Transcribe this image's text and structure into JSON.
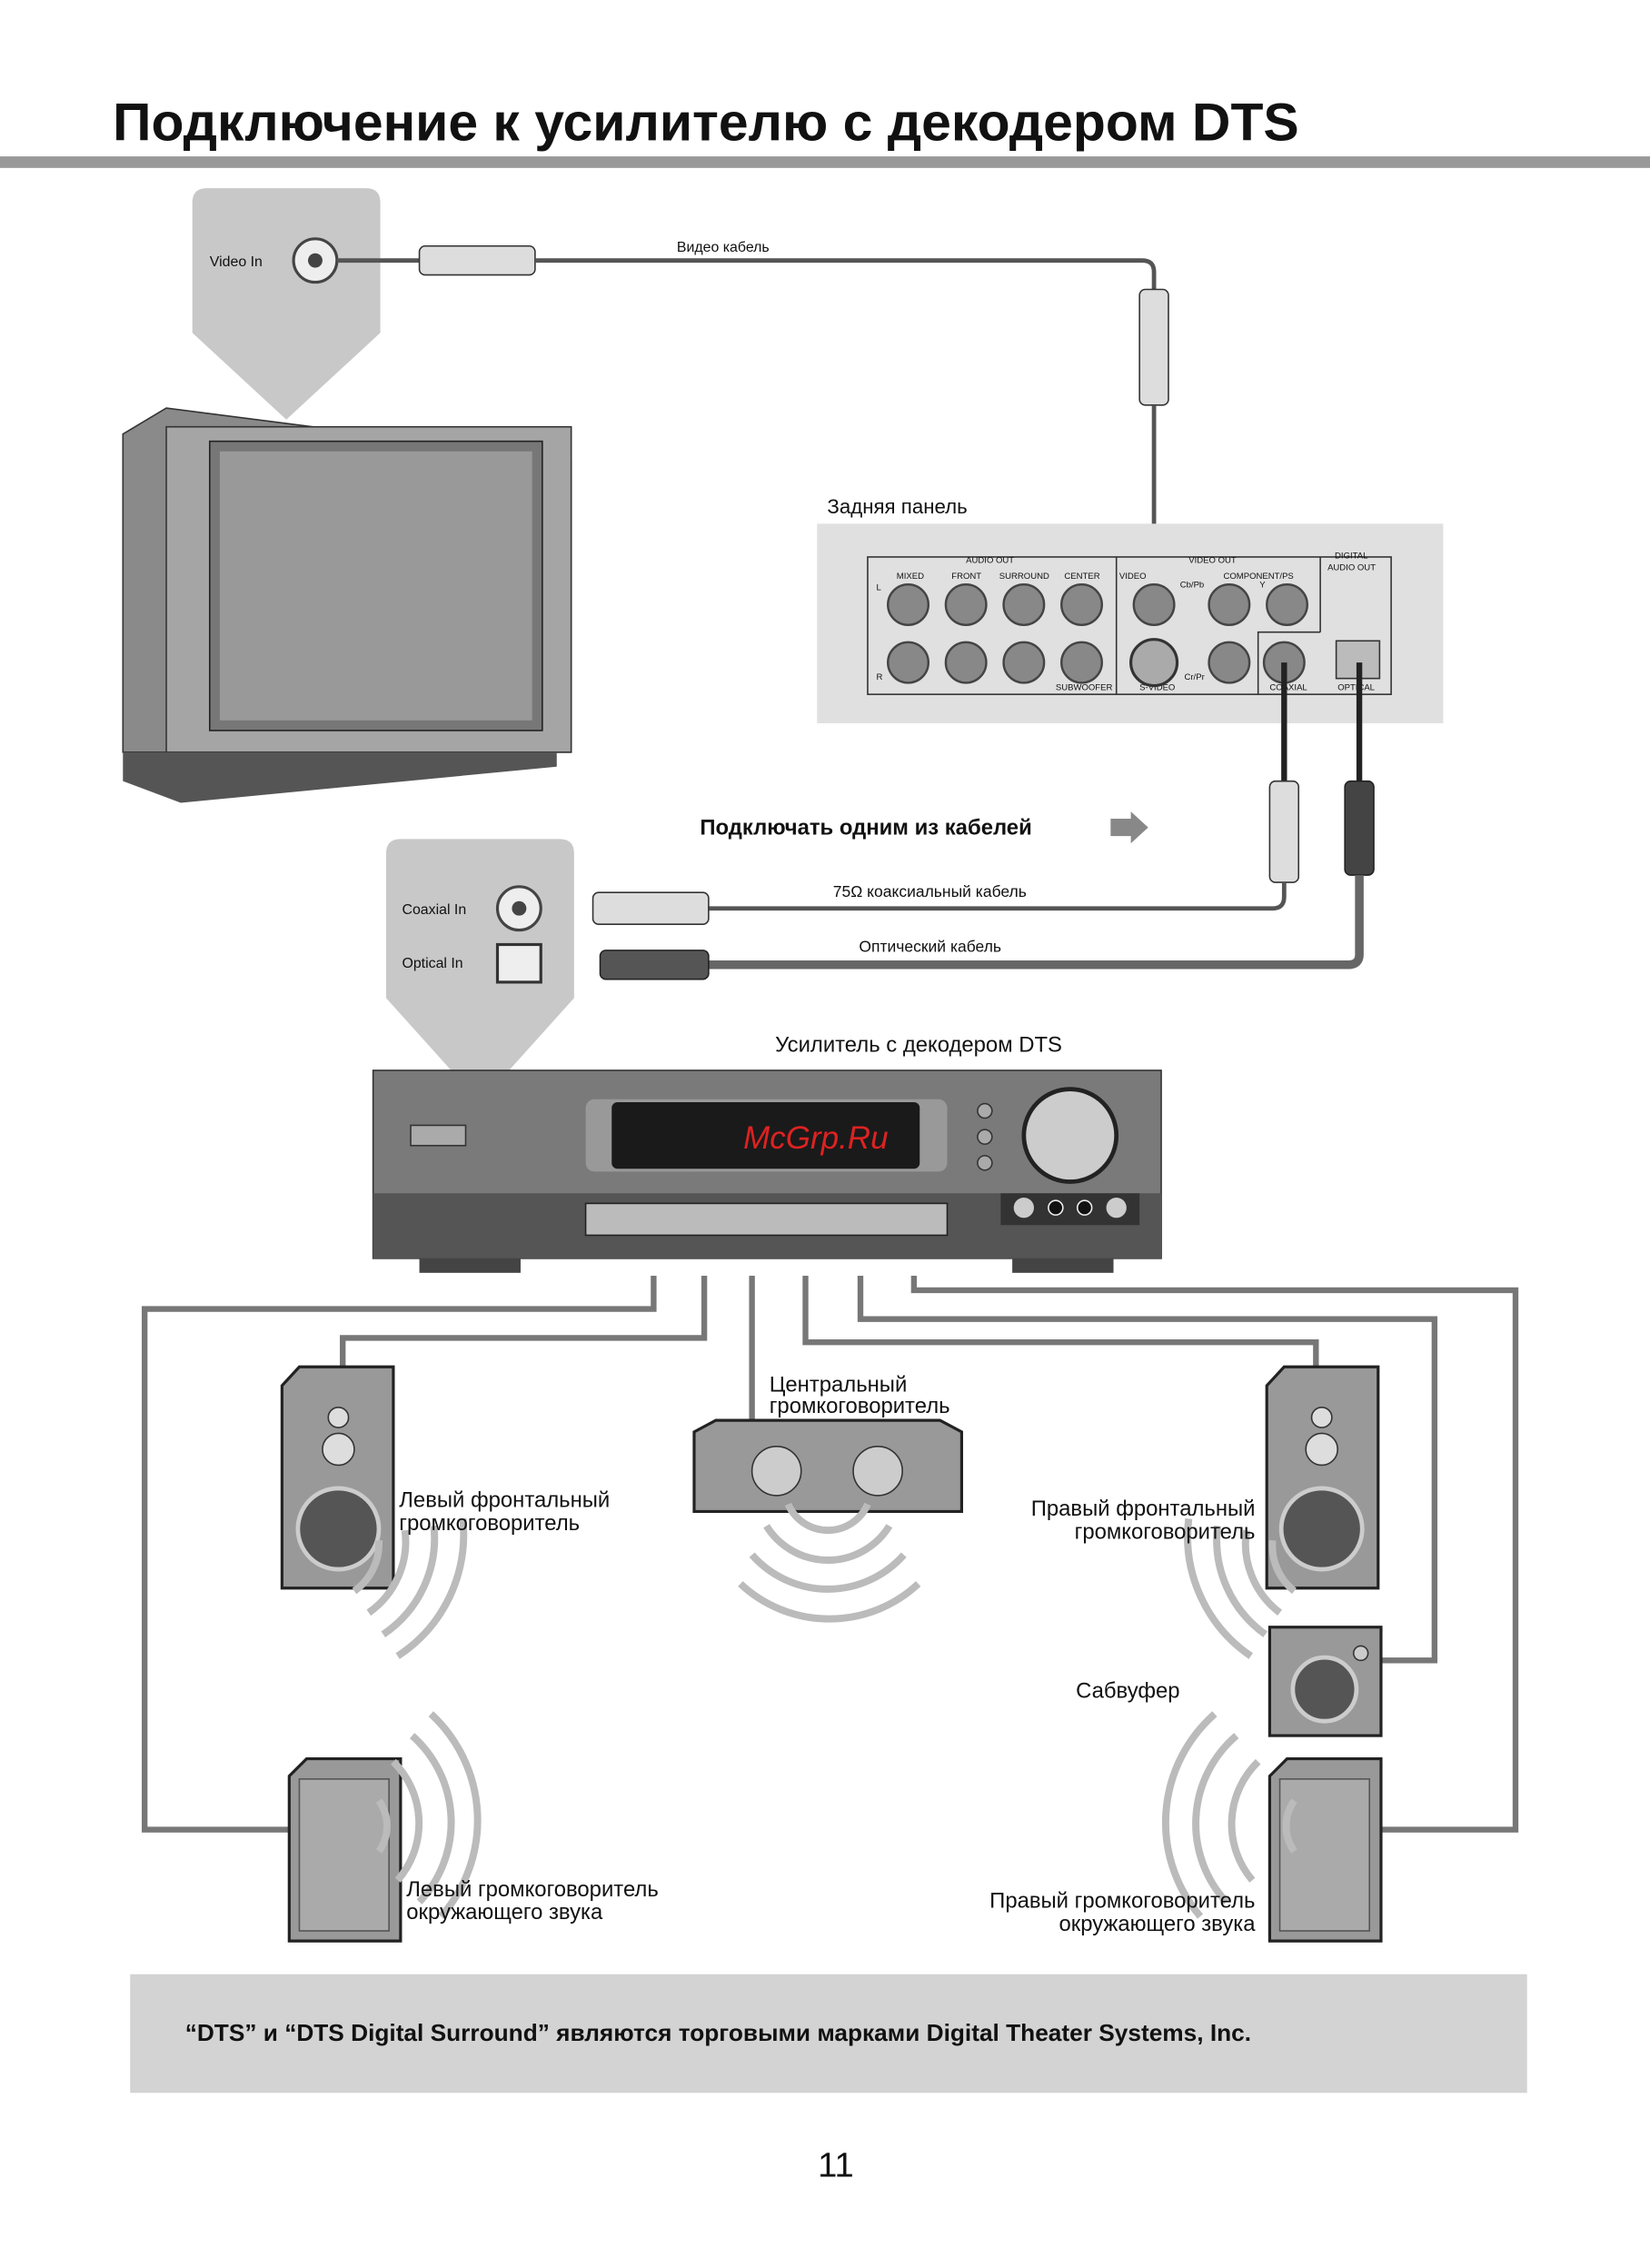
{
  "title": "Подключение к усилителю с декодером DTS",
  "tv": {
    "video_in": "Video In"
  },
  "cables": {
    "video": "Видео кабель",
    "coaxial": "75Ω коаксиальный кабель",
    "optical": "Оптический кабель"
  },
  "connect_one_note": "Подключать одним из кабелей",
  "rear_panel": {
    "title": "Задняя панель",
    "audio_out": "AUDIO OUT",
    "video_out": "VIDEO OUT",
    "digital_audio_out_1": "DIGITAL",
    "digital_audio_out_2": "AUDIO OUT",
    "mixed": "MIXED",
    "front": "FRONT",
    "surround": "SURROUND",
    "center": "CENTER",
    "subwoofer": "SUBWOOFER",
    "video": "VIDEO",
    "cb_pb": "Cb/Pb",
    "component": "COMPONENT/PS",
    "y": "Y",
    "cr_pr": "Cr/Pr",
    "s_video": "S-VIDEO",
    "coaxial": "COAXIAL",
    "optical": "OPTICAL",
    "l": "L",
    "r": "R"
  },
  "amp": {
    "inputs": {
      "coaxial_in": "Coaxial In",
      "optical_in": "Optical In"
    },
    "label": "Усилитель с декодером DTS",
    "watermark": "McGrp.Ru"
  },
  "speakers": {
    "center_1": "Центральный",
    "center_2": "громкоговоритель",
    "front_left_1": "Левый фронтальный",
    "front_left_2": "громкоговоритель",
    "front_right_1": "Правый фронтальный",
    "front_right_2": "громкоговоритель",
    "subwoofer": "Сабвуфер",
    "surround_left_1": "Левый громкоговоритель",
    "surround_left_2": "окружающего звука",
    "surround_right_1": "Правый громкоговоритель",
    "surround_right_2": "окружающего звука"
  },
  "footer_note": "“DTS” и “DTS Digital Surround” являются торговыми марками Digital Theater Systems, Inc.",
  "page_number": "11"
}
